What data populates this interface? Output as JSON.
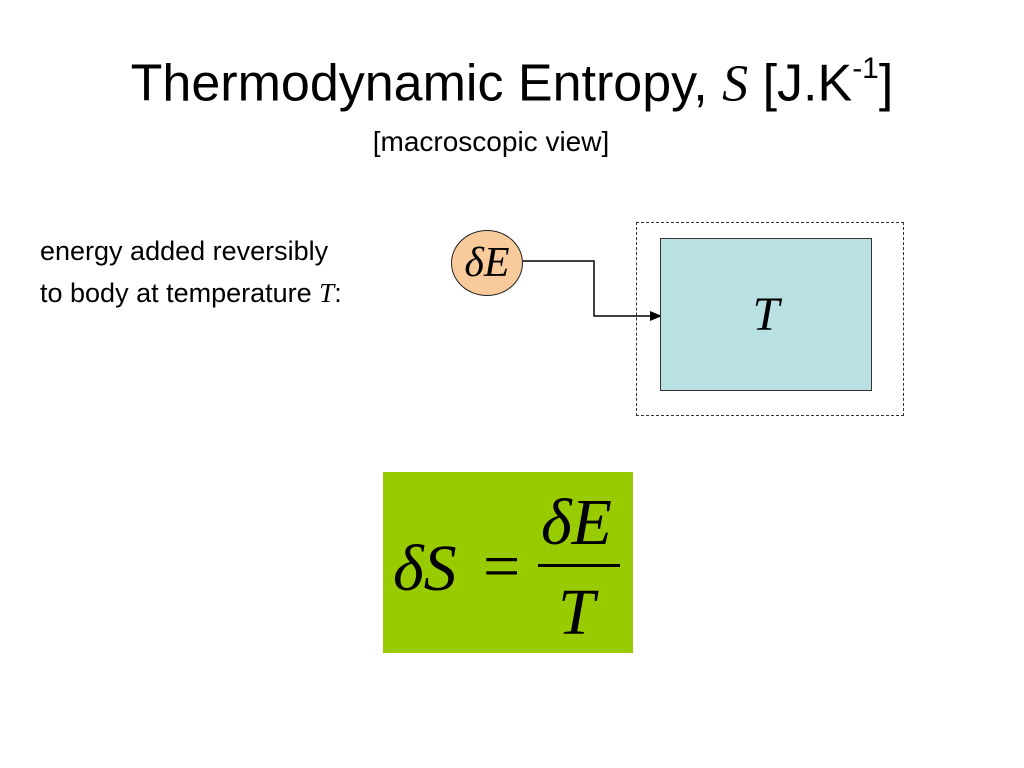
{
  "slide": {
    "title": {
      "main": "Thermodynamic Entropy, ",
      "symbol": "S",
      "unit": " [J.K",
      "exponent": "-1",
      "close": "]"
    },
    "subtitle": "[macroscopic view]",
    "description": {
      "line1": "energy added reversibly",
      "line2": "to body at temperature ",
      "symbol": "T",
      "suffix": ":"
    },
    "energy_label": "δE",
    "body_label": "T",
    "equation": {
      "lhs": "δS",
      "equals": "=",
      "numerator": "δE",
      "denominator": "T"
    }
  },
  "colors": {
    "energy_fill": "#f9cb9c",
    "body_fill": "#b9e0e3",
    "equation_background": "#99cc00"
  }
}
